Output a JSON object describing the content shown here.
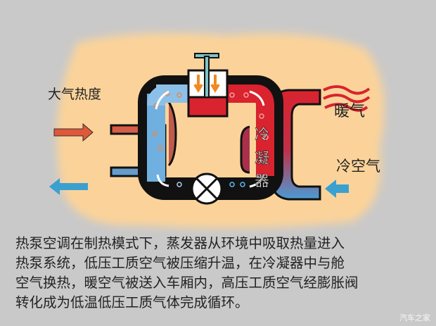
{
  "diagram": {
    "labels": {
      "ambient_heat": "大气热度",
      "warm_air": "暖气",
      "cold_air": "冷空气",
      "condenser": [
        "冷",
        "凝",
        "器"
      ]
    },
    "colors": {
      "hot": "#d9232e",
      "cold": "#4a9bd4",
      "background": "#fbd39a",
      "page": "#c9c9c9"
    }
  },
  "caption": {
    "lines": [
      "热泵空调在制热模式下，蒸发器从环境中吸取热量进入",
      "热泵系统，低压工质空气被压缩升温，在冷凝器中与舱",
      "空气换热，暖空气被送入车厢内，高压工质空气经膨胀阀",
      "转化成为低温低压工质气体完成循环。"
    ]
  },
  "watermark": "汽车之家"
}
